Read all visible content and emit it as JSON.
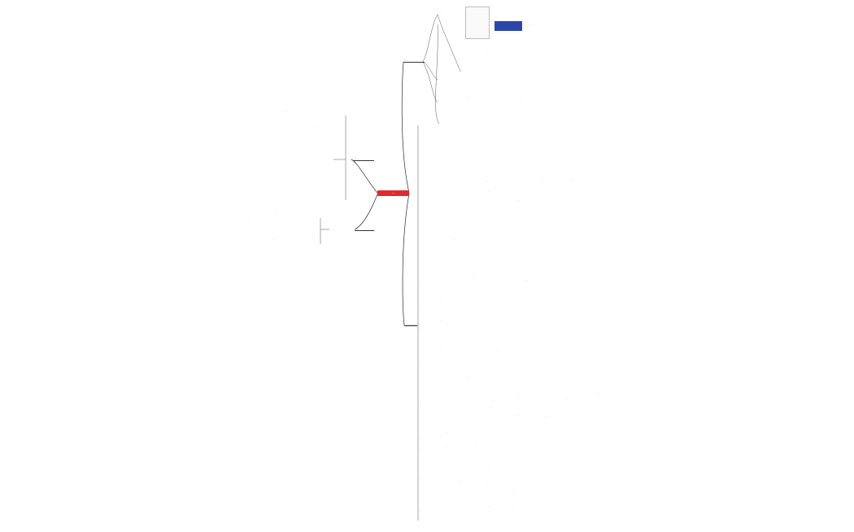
{
  "root": {
    "label": "..."
  },
  "branches": [
    {
      "id": "b1",
      "label": "..."
    },
    {
      "id": "b2",
      "label": "..."
    },
    {
      "id": "b3",
      "label": "..."
    },
    {
      "id": "b4",
      "label": "..."
    }
  ],
  "highlight": {
    "label": "..."
  },
  "topics": {
    "t_text": "...",
    "t_short": "..."
  }
}
